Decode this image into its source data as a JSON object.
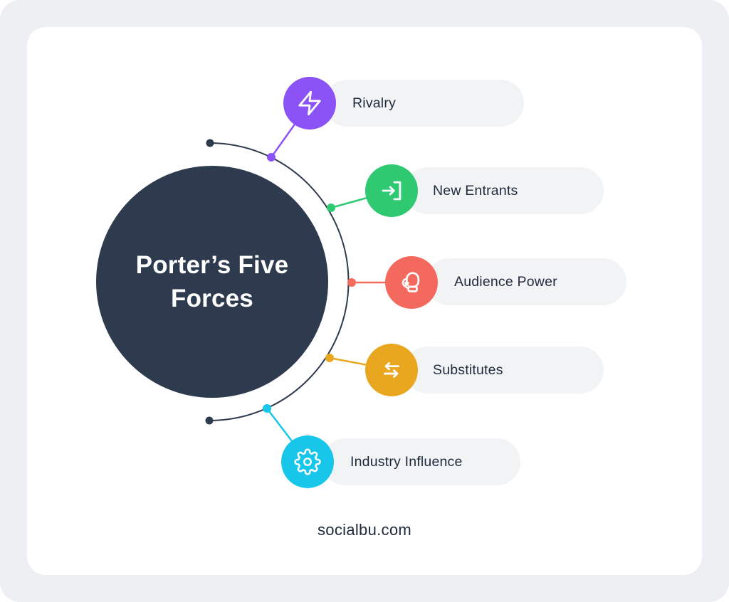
{
  "frame": {
    "background": "#EDEFF2",
    "card_background": "#FFFFFF"
  },
  "center": {
    "title_line1": "Porter’s Five",
    "title_line2": "Forces",
    "background": "#2E3A4E",
    "text_color": "#FFFFFF"
  },
  "arc": {
    "color": "#2E3A4E",
    "endpoint_dot_color": "#2E3A4E"
  },
  "pill": {
    "background": "#F1F3F5",
    "label_color": "#1F2B3D"
  },
  "forces": [
    {
      "label": "Rivalry",
      "color": "#8B52F5",
      "icon": "zap-icon"
    },
    {
      "label": "New Entrants",
      "color": "#2EC970",
      "icon": "enter-icon"
    },
    {
      "label": "Audience Power",
      "color": "#F4695E",
      "icon": "boxing-glove-icon"
    },
    {
      "label": "Substitutes",
      "color": "#E9A71F",
      "icon": "swap-arrows-icon"
    },
    {
      "label": "Industry Influence",
      "color": "#18C6EA",
      "icon": "gear-icon"
    }
  ],
  "footer": {
    "watermark": "socialbu.com",
    "color": "#1E293B"
  }
}
